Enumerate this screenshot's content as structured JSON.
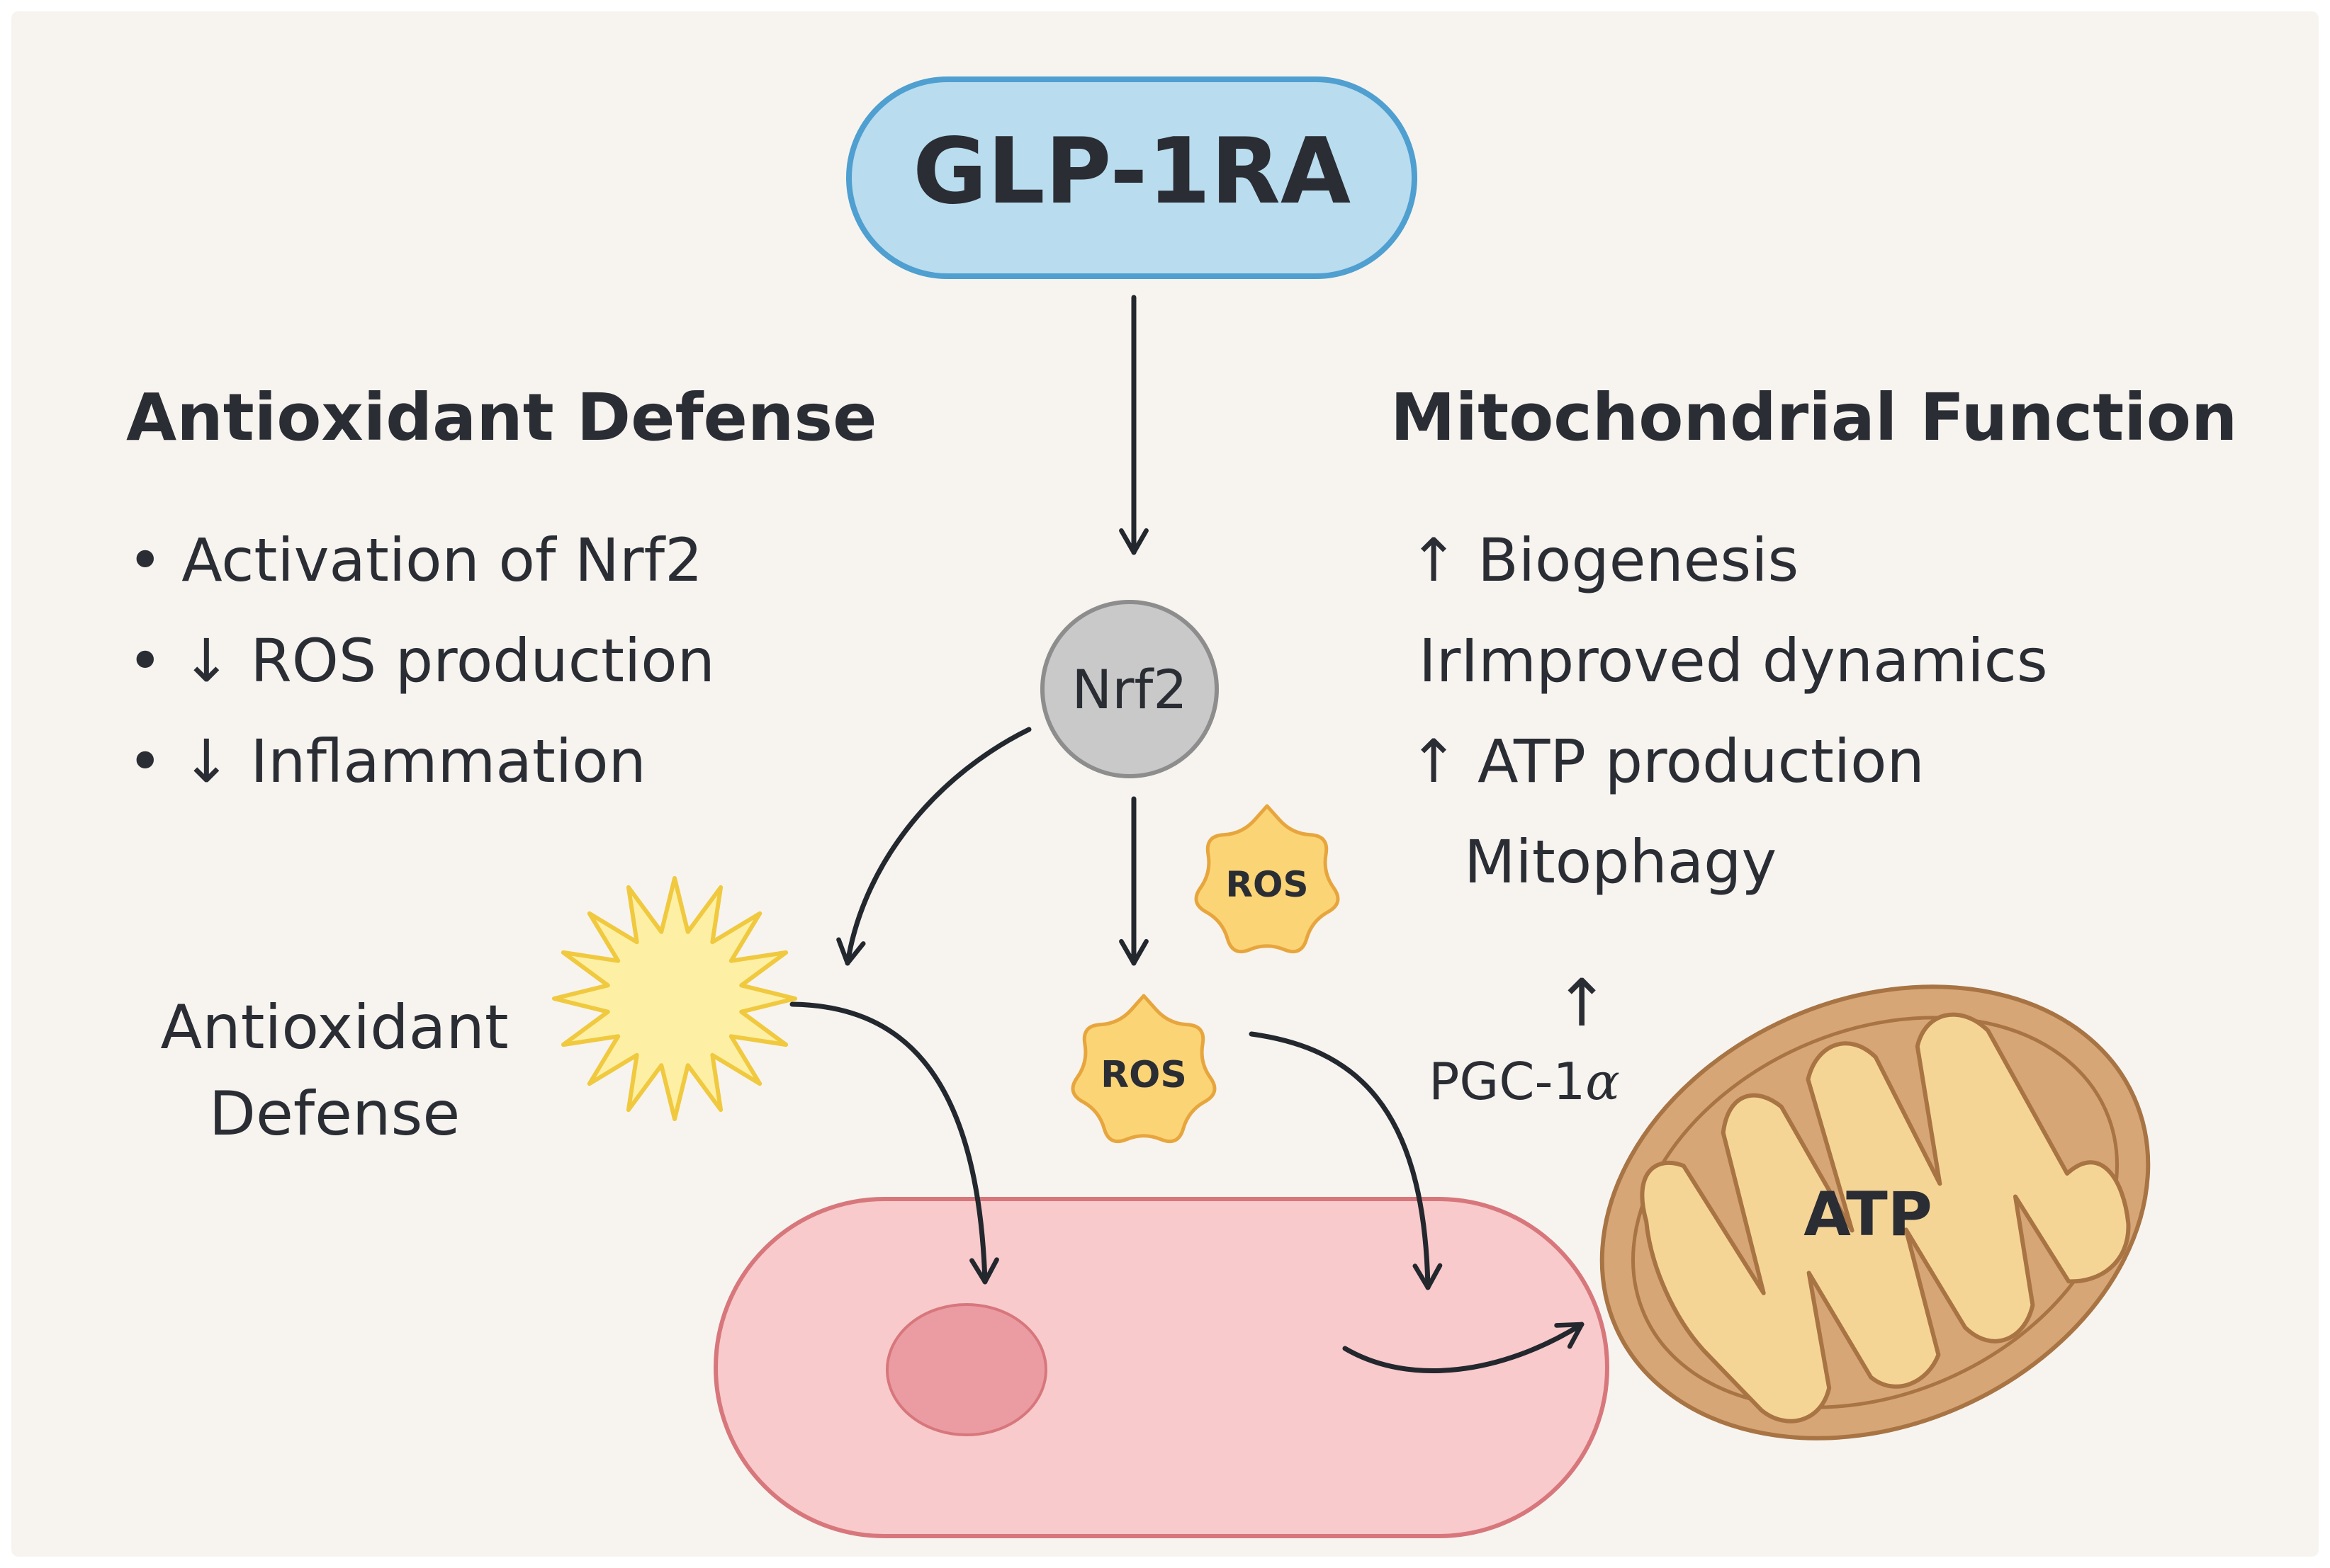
{
  "top_node": {
    "label": "GLP-1RA"
  },
  "nrf2_node": {
    "label": "Nrf2"
  },
  "antioxidant_panel": {
    "heading": "Antioxidant Defense",
    "items": [
      "• Activation of Nrf2",
      "• ↓ ROS production",
      "• ↓ Inflammation"
    ]
  },
  "mitochondrial_panel": {
    "heading": "Mitochondrial Function",
    "items": [
      "↑ Biogenesis",
      "IrImproved dynamics",
      "↑ ATP production",
      "Mitophagy"
    ]
  },
  "burst_label": {
    "line1": "Antioxidant",
    "line2": "Defense"
  },
  "ros_upper": {
    "label": "ROS"
  },
  "ros_lower": {
    "label": "ROS"
  },
  "pgc": {
    "arrow": "↑",
    "label": "PGC-1",
    "suffix": "α"
  },
  "mitochondrion": {
    "label": "ATP"
  },
  "colors": {
    "background": "#f7f4f0",
    "glp_fill": "#b9dcee",
    "glp_stroke": "#4f9fd0",
    "nrf2_fill": "#c9c9c9",
    "nrf2_stroke": "#8d8d8d",
    "ros_fill": "#fbd476",
    "ros_stroke": "#e7a63d",
    "burst_fill": "#fdf0a5",
    "burst_stroke": "#f0c93f",
    "cell_fill": "#f8cacb",
    "cell_stroke": "#d7777c",
    "nucleus_fill": "#eb9ca3",
    "mito_outer": "#d7a677",
    "mito_inner": "#f5d596",
    "arrow": "#23272e"
  }
}
